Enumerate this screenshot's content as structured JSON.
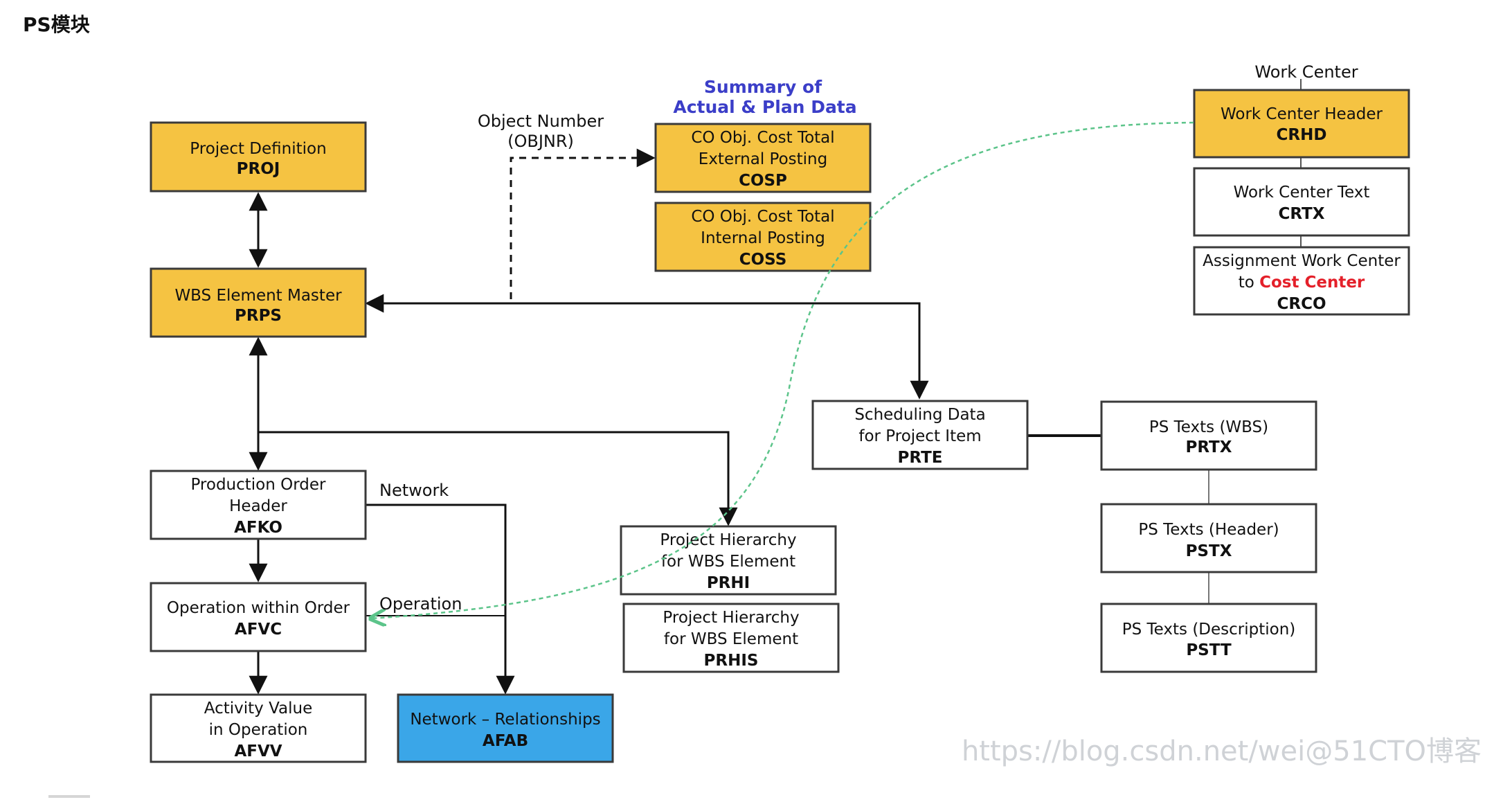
{
  "page": {
    "title": "PS模块"
  },
  "colors": {
    "yellow_box": "#f5c342",
    "blue_box": "#3aa6e8",
    "white_box": "#ffffff",
    "border": "#3a3a3a",
    "green_link": "#5cc48a",
    "summary_text": "#3b3ec8",
    "highlight_red": "#e4202a"
  },
  "diagram": {
    "boxes": {
      "proj": {
        "lines": [
          "Project Definition"
        ],
        "code": "PROJ"
      },
      "prps": {
        "lines": [
          "WBS Element Master"
        ],
        "code": "PRPS"
      },
      "cosp": {
        "lines": [
          "CO Obj. Cost Total",
          "External Posting"
        ],
        "code": "COSP"
      },
      "coss": {
        "lines": [
          "CO Obj. Cost Total",
          "Internal Posting"
        ],
        "code": "COSS"
      },
      "crhd": {
        "lines": [
          "Work Center Header"
        ],
        "code": "CRHD"
      },
      "crtx": {
        "lines": [
          "Work Center Text"
        ],
        "code": "CRTX"
      },
      "crco": {
        "line1": "Assignment Work Center",
        "line2_prefix": "to ",
        "line2_highlight": "Cost Center",
        "code": "CRCO"
      },
      "prte": {
        "lines": [
          "Scheduling Data",
          "for Project Item"
        ],
        "code": "PRTE"
      },
      "prtx": {
        "lines": [
          "PS Texts (WBS)"
        ],
        "code": "PRTX"
      },
      "pstx": {
        "lines": [
          "PS Texts (Header)"
        ],
        "code": "PSTX"
      },
      "pstt": {
        "lines": [
          "PS Texts (Description)"
        ],
        "code": "PSTT"
      },
      "afko": {
        "lines": [
          "Production Order",
          "Header"
        ],
        "code": "AFKO"
      },
      "afvc": {
        "lines": [
          "Operation within Order"
        ],
        "code": "AFVC"
      },
      "afvv": {
        "lines": [
          "Activity Value",
          "in Operation"
        ],
        "code": "AFVV"
      },
      "afab": {
        "lines": [
          "Network – Relationships"
        ],
        "code": "AFAB"
      },
      "prhi": {
        "lines": [
          "Project Hierarchy",
          "for WBS Element"
        ],
        "code": "PRHI"
      },
      "prhis": {
        "lines": [
          "Project Hierarchy",
          "for WBS Element"
        ],
        "code": "PRHIS"
      }
    },
    "labels": {
      "object_number": "Object Number",
      "objnr": "(OBJNR)",
      "summary_line1": "Summary of",
      "summary_line2": "Actual & Plan Data",
      "work_center": "Work Center",
      "network": "Network",
      "operation": "Operation"
    }
  },
  "watermark": "https://blog.csdn.net/wei@51CTO博客"
}
